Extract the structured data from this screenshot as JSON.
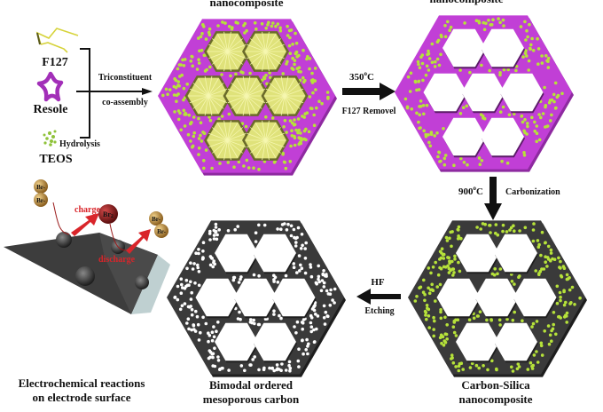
{
  "labels": {
    "top_middle_caption": "nanocomposite",
    "top_right_caption": "nanocomposite",
    "f127": "F127",
    "resole": "Resole",
    "teos": "TEOS",
    "hydrolysis": "Hydrolysis",
    "step1_top": "Triconstituent",
    "step1_bottom": "co-assembly",
    "step2_temp": "350",
    "step2_deg": "o",
    "step2_unit": "C",
    "step2_bottom": "F127 Removel",
    "step3_temp": "900",
    "step3_deg": "o",
    "step3_unit": "C",
    "step3_right": "Carbonization",
    "step4_top": "HF",
    "step4_bottom": "Etching",
    "charge": "charge",
    "discharge": "discharge",
    "br_minus": "Br-",
    "br2": "Br",
    "br2_sub": "2",
    "caption_electro_1": "Electrochemical reactions",
    "caption_electro_2": "on electrode surface",
    "caption_bimodal_1": "Bimodal ordered",
    "caption_bimodal_2": "mesoporous carbon",
    "caption_cs_1": "Carbon-Silica",
    "caption_cs_2": "nanocomposite"
  },
  "colors": {
    "magenta": "#c13fd6",
    "dark": "#3a3a3a",
    "olive": "#6b6b2a",
    "silica": "#b6e23a",
    "white_dot": "#ffffff",
    "arrow_red": "#d9252a",
    "br_ball": "#b8883e",
    "br2_ball": "#8b1a1a"
  }
}
